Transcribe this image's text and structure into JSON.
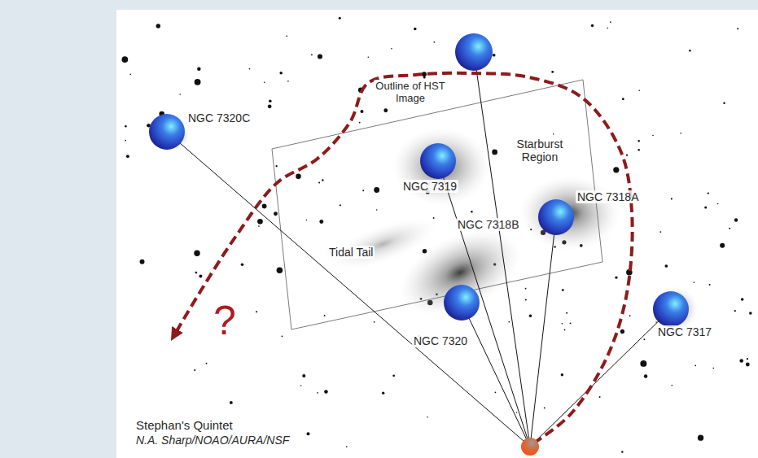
{
  "diagram": {
    "labels": [
      "Outline of HST Image",
      "NGC 7320C",
      "Starburst Region",
      "NGC 7319",
      "NGC 7318A",
      "NGC 7318B",
      "Tidal Tail",
      "NGC 7320",
      "NGC 7317",
      "Stephan's Quintet",
      "N.A. Sharp/NOAO/AURA/NSF",
      "?"
    ]
  }
}
